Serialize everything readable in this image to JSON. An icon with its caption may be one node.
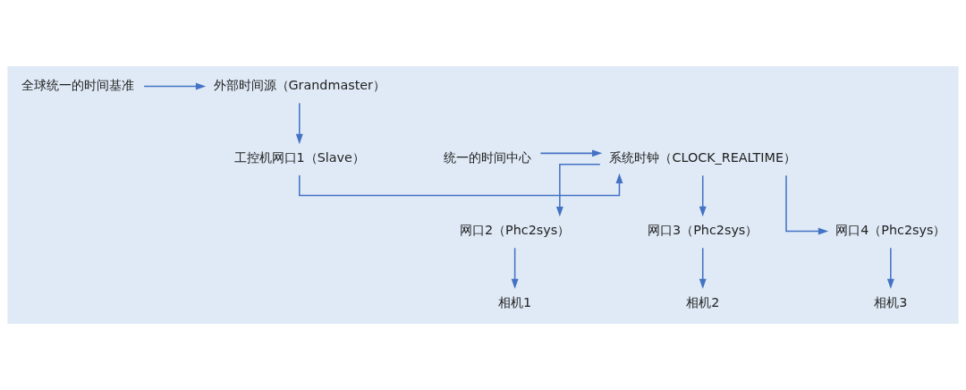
{
  "diagram": {
    "nodes": [
      {
        "text": [
          "外部时间源（Grandmaster）"
        ]
      },
      {
        "text": [
          "全球统一的时间基准"
        ]
      },
      {
        "text": [
          "工控机网口1（Slave）"
        ]
      },
      {
        "text": [
          "系统时钟（CLOCK_REALTIME）"
        ]
      },
      {
        "text": [
          "统一的时间中心"
        ]
      },
      {
        "text": [
          "网口2（Phc2sys）"
        ]
      },
      {
        "text": [
          "网口3（Phc2sys）"
        ]
      },
      {
        "text": [
          "网口4（Phc2sys）"
        ]
      },
      {
        "text": [
          "相机1"
        ]
      },
      {
        "text": [
          "相机2"
        ]
      },
      {
        "text": [
          "相机3"
        ]
      }
    ],
    "edges": [
      {
        "from": 1,
        "to": 0,
        "arrow": "to"
      },
      {
        "from": 0,
        "to": 2,
        "arrow": "to"
      },
      {
        "from": 2,
        "to": 3,
        "arrow": "to"
      },
      {
        "from": 4,
        "to": 3,
        "arrow": "to"
      },
      {
        "from": 3,
        "to": 5,
        "arrow": "to"
      },
      {
        "from": 3,
        "to": 6,
        "arrow": "to"
      },
      {
        "from": 3,
        "to": 7,
        "arrow": "to"
      },
      {
        "from": 5,
        "to": 8,
        "arrow": "to"
      },
      {
        "from": 6,
        "to": 9,
        "arrow": "to"
      },
      {
        "from": 7,
        "to": 10,
        "arrow": "to"
      }
    ]
  }
}
